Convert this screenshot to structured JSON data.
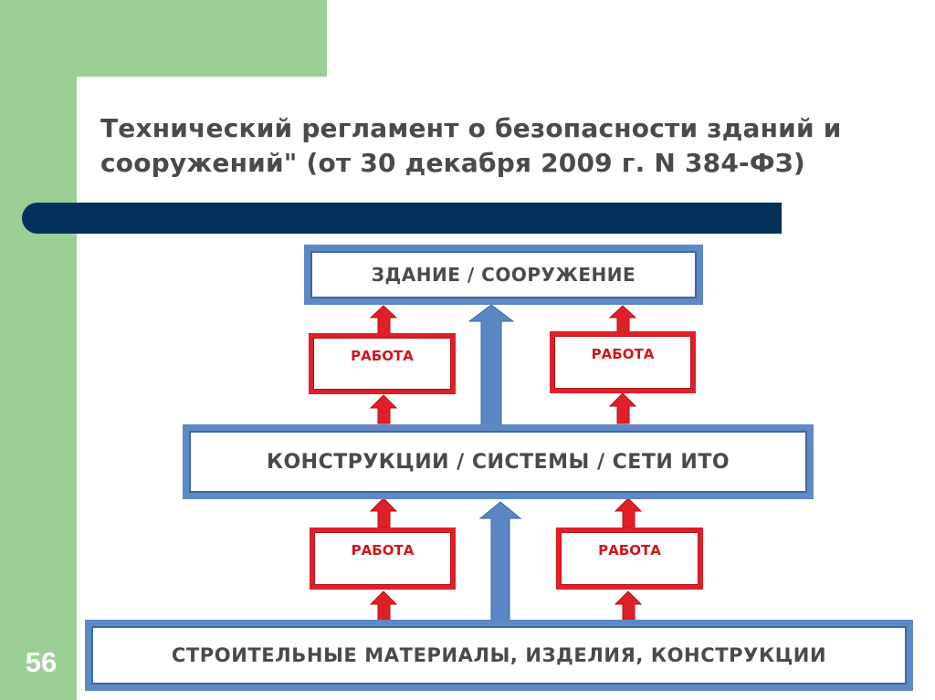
{
  "slide": {
    "number": "56",
    "title": "Технический регламент о безопасности зданий и сооружений\" (от 30 декабря 2009 г. N 384-ФЗ)"
  },
  "diagram": {
    "nodes": {
      "top": "ЗДАНИЕ / СООРУЖЕНИЕ",
      "middle": "КОНСТРУКЦИИ / СИСТЕМЫ / СЕТИ ИТО",
      "bottom": "СТРОИТЕЛЬНЫЕ МАТЕРИАЛЫ, ИЗДЕЛИЯ, КОНСТРУКЦИИ",
      "work_upper_left": "РАБОТА",
      "work_upper_right": "РАБОТА",
      "work_lower_left": "РАБОТА",
      "work_lower_right": "РАБОТА"
    },
    "colors": {
      "level_border": "#5f89c5",
      "work_border": "#e11f26",
      "work_text": "#d3141b",
      "blue_arrow": "#5b86c3",
      "red_arrow": "#e11f26",
      "title_rule": "#04315c",
      "side_bar": "#9ccf96"
    }
  }
}
